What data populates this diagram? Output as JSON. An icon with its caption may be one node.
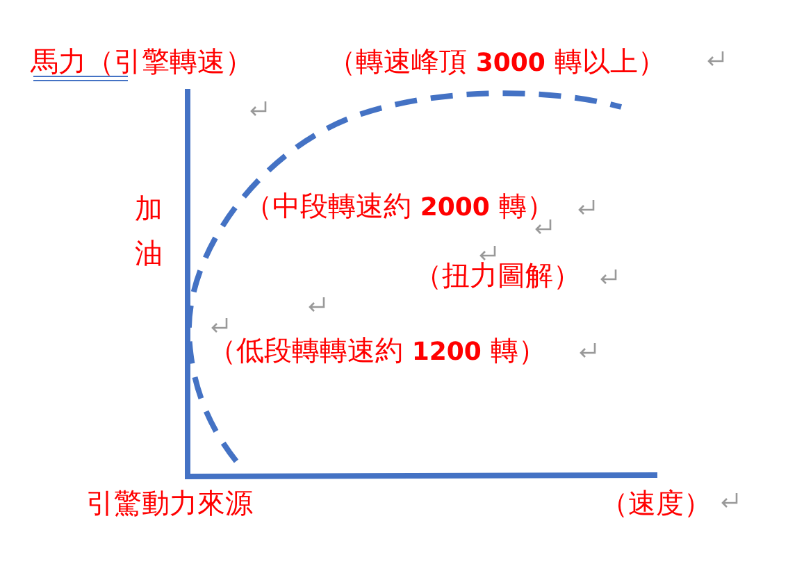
{
  "diagram": {
    "labels": [
      "馬力（引擎轉速）",
      "（轉速峰頂 **3000** 轉以上）",
      "加油",
      "（中段轉速約 **2000** 轉）",
      "（扭力圖解）",
      "（低段轉轉速約 **1200** 轉）",
      "引驚動力來源",
      "（速度）"
    ]
  }
}
